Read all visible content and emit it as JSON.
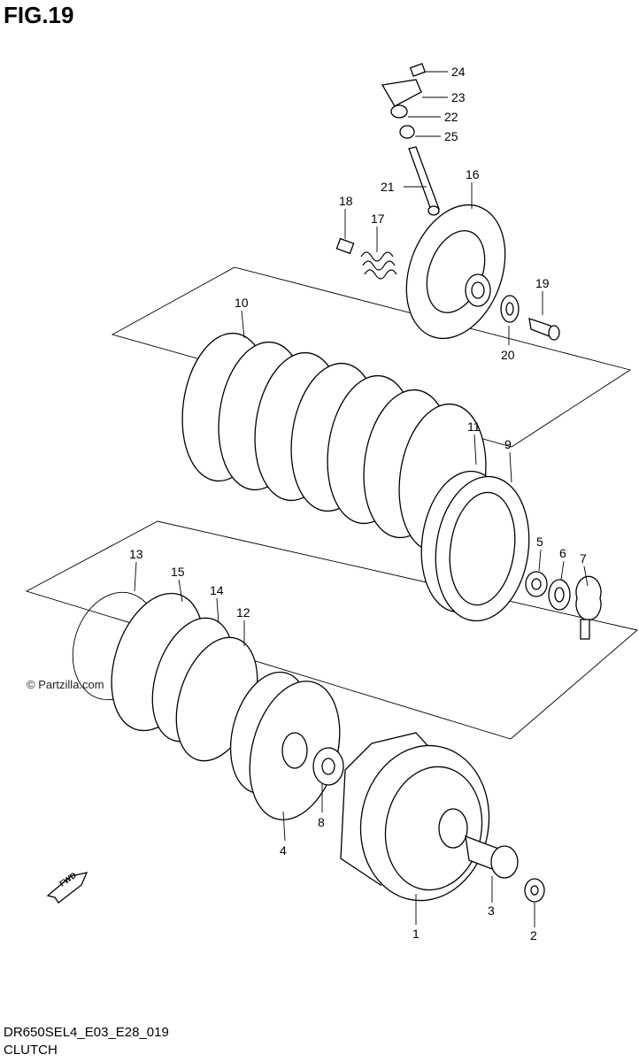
{
  "header": {
    "title": "FIG.19"
  },
  "footer": {
    "code": "DR650SEL4_E03_E28_019",
    "caption": "CLUTCH"
  },
  "watermark": "© Partzilla.com",
  "fwd_marker": "FWD",
  "callouts": [
    "24",
    "23",
    "22",
    "25",
    "21",
    "16",
    "18",
    "17",
    "19",
    "20",
    "10",
    "11",
    "9",
    "5",
    "6",
    "7",
    "13",
    "15",
    "14",
    "12",
    "8",
    "4",
    "1",
    "3",
    "2"
  ],
  "colors": {
    "ink": "#000000",
    "paper": "#ffffff"
  }
}
